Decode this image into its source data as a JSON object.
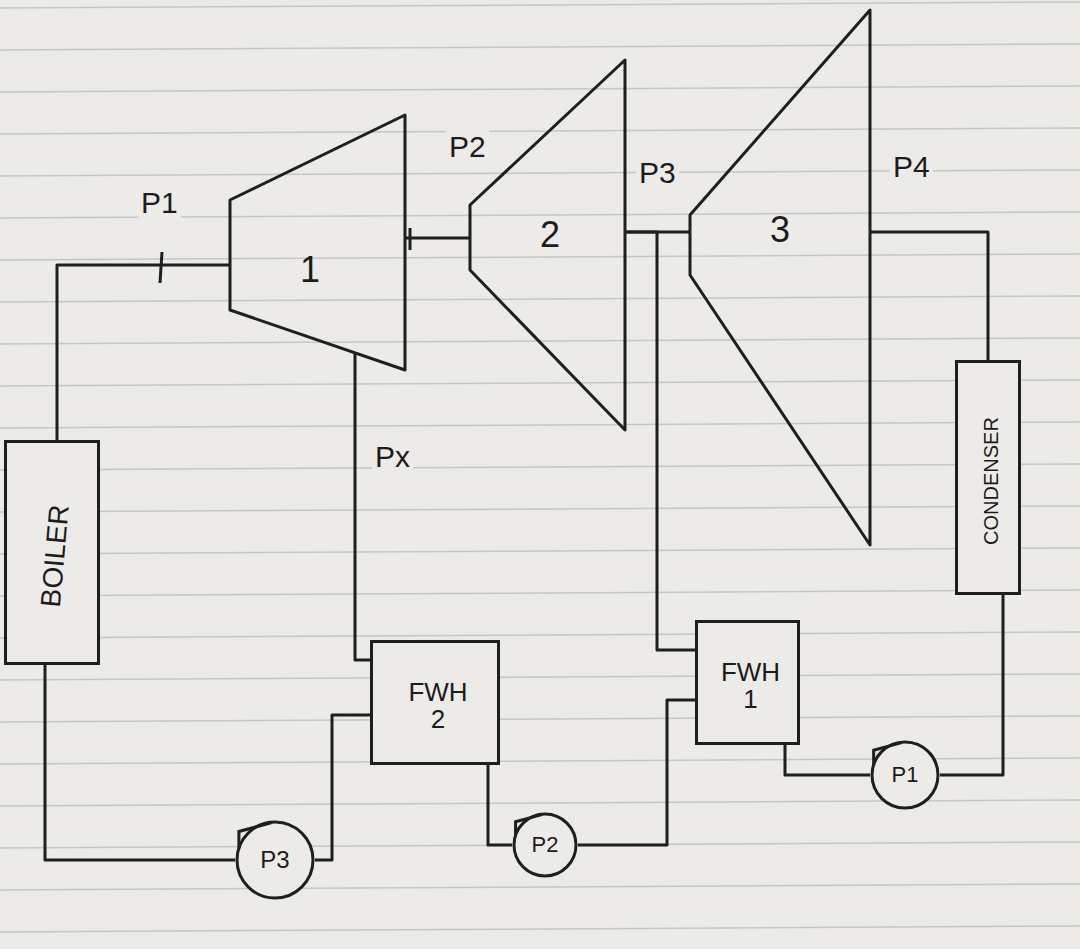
{
  "diagram": {
    "nodes": [
      {
        "text": [
          "1"
        ]
      },
      {
        "text": [
          "2"
        ]
      },
      {
        "text": [
          "3"
        ]
      },
      {
        "text": [
          "BOILER"
        ]
      },
      {
        "text": [
          "FWH 2"
        ]
      },
      {
        "text": [
          "FWH 1"
        ]
      },
      {
        "text": [
          "CONDENSER"
        ]
      },
      {
        "text": [
          "P3"
        ]
      },
      {
        "text": [
          "P2"
        ]
      },
      {
        "text": [
          "P1"
        ]
      }
    ],
    "edges": [
      {
        "from": 3,
        "to": 0,
        "label": "P1",
        "arrow": "none"
      },
      {
        "from": 0,
        "to": 1,
        "label": "P2",
        "arrow": "none"
      },
      {
        "from": 1,
        "to": 2,
        "label": "P3",
        "arrow": "none"
      },
      {
        "from": 1,
        "to": 5,
        "arrow": "none"
      },
      {
        "from": 0,
        "to": 4,
        "label": "Px",
        "arrow": "none"
      },
      {
        "from": 2,
        "to": 6,
        "label": "P4",
        "arrow": "none"
      },
      {
        "from": 6,
        "to": 9,
        "arrow": "none"
      },
      {
        "from": 9,
        "to": 5,
        "arrow": "none"
      },
      {
        "from": 5,
        "to": 8,
        "arrow": "none"
      },
      {
        "from": 8,
        "to": 4,
        "arrow": "none"
      },
      {
        "from": 4,
        "to": 7,
        "arrow": "none"
      },
      {
        "from": 7,
        "to": 3,
        "arrow": "none"
      }
    ]
  }
}
